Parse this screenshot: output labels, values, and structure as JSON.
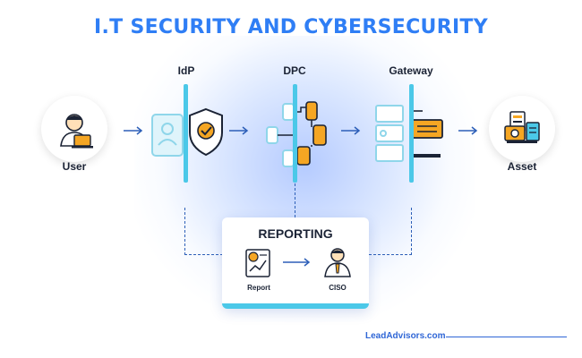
{
  "title": "I.T SECURITY AND CYBERSECURITY",
  "stages": {
    "idp": "IdP",
    "dpc": "DPC",
    "gateway": "Gateway"
  },
  "endpoints": {
    "user": "User",
    "asset": "Asset"
  },
  "reporting": {
    "title": "REPORTING",
    "report_label": "Report",
    "ciso_label": "CISO"
  },
  "footer": "LeadAdvisors.com",
  "colors": {
    "title": "#2f7ef5",
    "barrier": "#4bc8e8",
    "accent_orange": "#f5a623",
    "dark": "#1b2335",
    "arrow": "#2d5fb8"
  },
  "icons": [
    "user-icon",
    "id-card-icon",
    "shield-check-icon",
    "network-nodes-icon",
    "gateway-server-icon",
    "asset-icon",
    "report-chart-icon",
    "ciso-person-icon"
  ]
}
